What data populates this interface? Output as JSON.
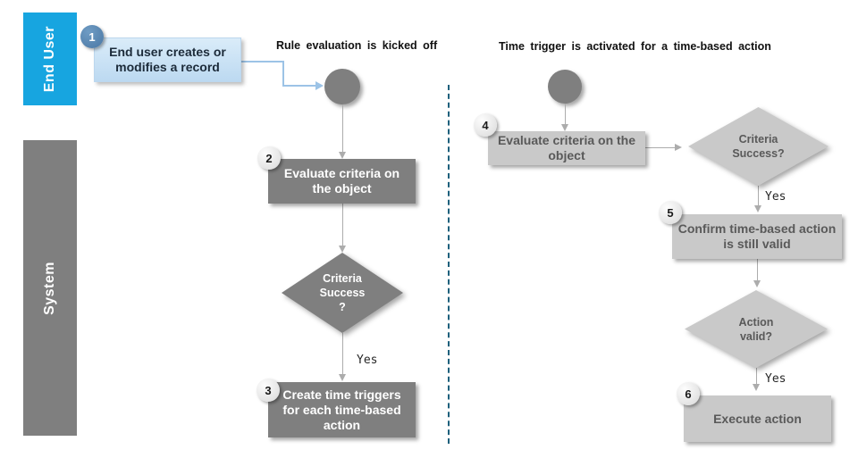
{
  "lanes": {
    "end_user": "End User",
    "system": "System"
  },
  "left_flow": {
    "title": "Rule evaluation is kicked off",
    "badge1": "1",
    "box1": "End user creates or modifies a record",
    "badge2": "2",
    "box2": "Evaluate criteria on the object",
    "decision": {
      "line1": "Criteria",
      "line2": "Success",
      "line3": "?"
    },
    "yes": "Yes",
    "badge3": "3",
    "box3": "Create time triggers for each time-based action"
  },
  "right_flow": {
    "title": "Time trigger is activated for a time-based action",
    "badge4": "4",
    "box4": "Evaluate criteria on the object",
    "decision1": {
      "line1": "Criteria",
      "line2": "Success?"
    },
    "yes1": "Yes",
    "badge5": "5",
    "box5": "Confirm time-based action is still valid",
    "decision2": {
      "line1": "Action",
      "line2": "valid?"
    },
    "yes2": "Yes",
    "badge6": "6",
    "box6": "Execute action"
  },
  "colors": {
    "lane_end_user": "#17A5E0",
    "lane_system": "#7F7F7F",
    "dark_shape": "#7F7F7F",
    "light_shape": "#C9C9C9",
    "light_shape_text": "#595959",
    "blue_box_fill": "#C9E2F6",
    "badge_blue": "#5480AE",
    "connector_blue": "#9CC3E6",
    "arrow_gray": "#ACACAC",
    "divider_dashed": "#1E607C"
  }
}
